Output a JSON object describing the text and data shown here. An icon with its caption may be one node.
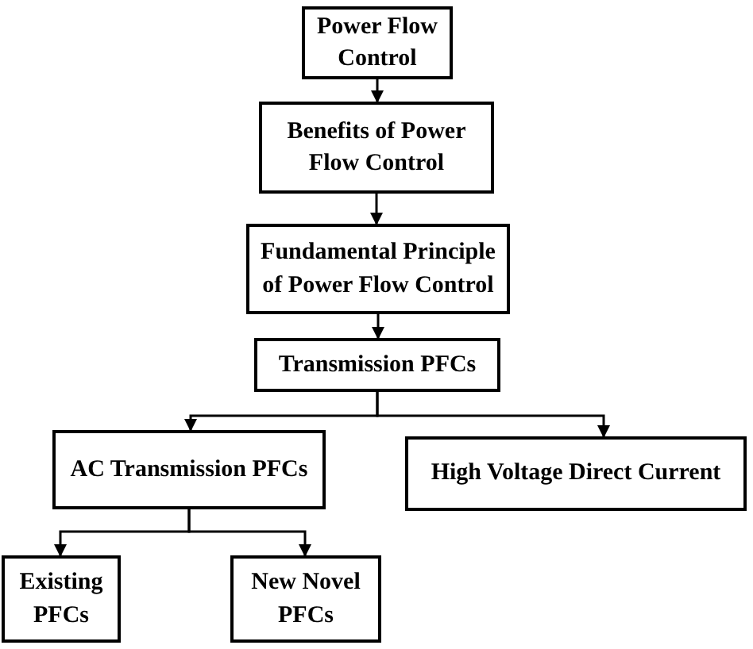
{
  "diagram": {
    "nodes": [
      {
        "text": [
          "Power Flow Control"
        ]
      },
      {
        "text": [
          "Benefits of Power Flow Control"
        ]
      },
      {
        "text": [
          "Fundamental Principle of Power Flow Control"
        ]
      },
      {
        "text": [
          "Transmission PFCs"
        ]
      },
      {
        "text": [
          "AC Transmission PFCs"
        ]
      },
      {
        "text": [
          "High Voltage Direct Current"
        ]
      },
      {
        "text": [
          "Existing PFCs"
        ]
      },
      {
        "text": [
          "New Novel PFCs"
        ]
      }
    ],
    "edges": [
      {
        "from": 0,
        "to": 1,
        "arrow": "to"
      },
      {
        "from": 1,
        "to": 2,
        "arrow": "to"
      },
      {
        "from": 2,
        "to": 3,
        "arrow": "to"
      },
      {
        "from": 3,
        "to": 4,
        "arrow": "to"
      },
      {
        "from": 3,
        "to": 5,
        "arrow": "to"
      },
      {
        "from": 4,
        "to": 6,
        "arrow": "to"
      },
      {
        "from": 4,
        "to": 7,
        "arrow": "to"
      }
    ]
  }
}
